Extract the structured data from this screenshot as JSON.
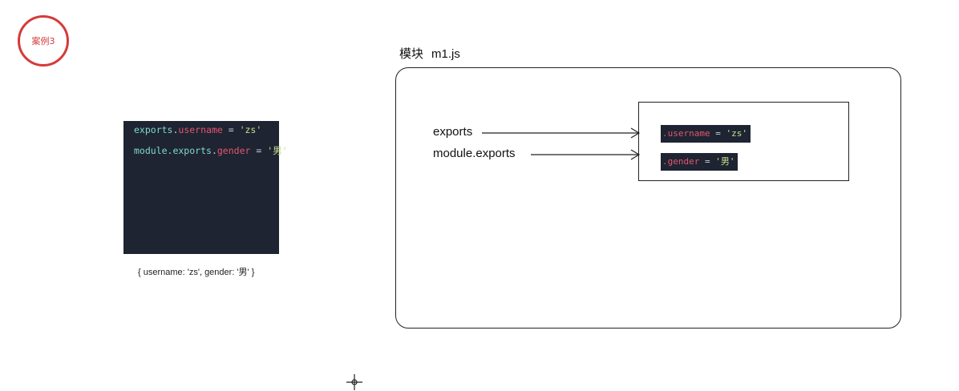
{
  "badge": {
    "label": "案例3"
  },
  "code_panel": {
    "line1": {
      "obj": "exports",
      "dot": ".",
      "prop": "username",
      "op": " = ",
      "value": "'zs'"
    },
    "line2": {
      "obj": "module.exports",
      "dot": ".",
      "prop": "gender",
      "op": " = ",
      "value": "'男'"
    }
  },
  "result_text": "{ username: 'zs', gender: '男' }",
  "module": {
    "title": "模块",
    "filename": "m1.js"
  },
  "refs": {
    "exports": "exports",
    "module_exports": "module.exports"
  },
  "object_props": [
    {
      "prop": ".username",
      "op": " = ",
      "value": "'zs'"
    },
    {
      "prop": ".gender",
      "op": " = ",
      "value": "'男'"
    }
  ],
  "colors": {
    "badge": "#d63a3a",
    "code_bg": "#1e2432",
    "token_object": "#7fd8cf",
    "token_property": "#e5556e",
    "token_string": "#c7e08b"
  }
}
